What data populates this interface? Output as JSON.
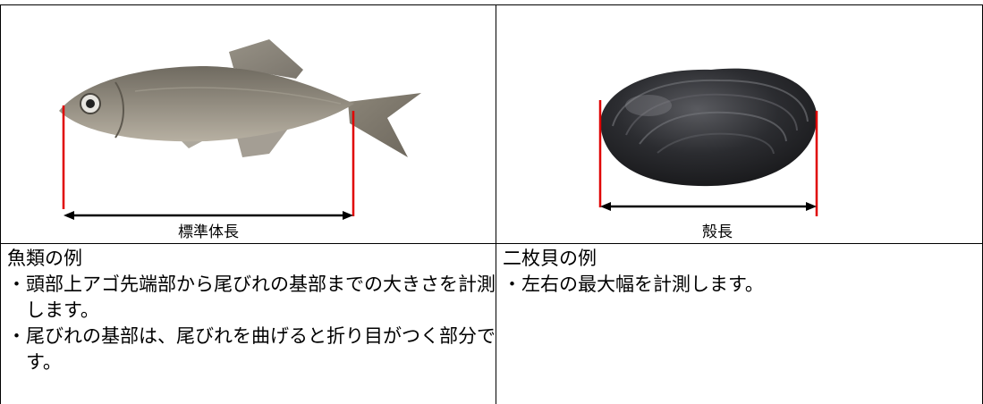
{
  "left_panel": {
    "image_name": "fish-photo",
    "caption": "標準体長",
    "heading": "魚類の例",
    "bullets": [
      "・頭部上アゴ先端部から尾びれの基部までの大きさを計測します。",
      "・尾びれの基部は、尾びれを曲げると折り目がつく部分です。"
    ]
  },
  "right_panel": {
    "image_name": "clam-photo",
    "caption": "殻長",
    "heading": "二枚貝の例",
    "bullets": [
      "・左右の最大幅を計測します。"
    ]
  },
  "colors": {
    "measure_line": "#e00000",
    "arrow": "#000000",
    "fish_body": "#8a8478",
    "clam_shell": "#2a2a2c"
  }
}
